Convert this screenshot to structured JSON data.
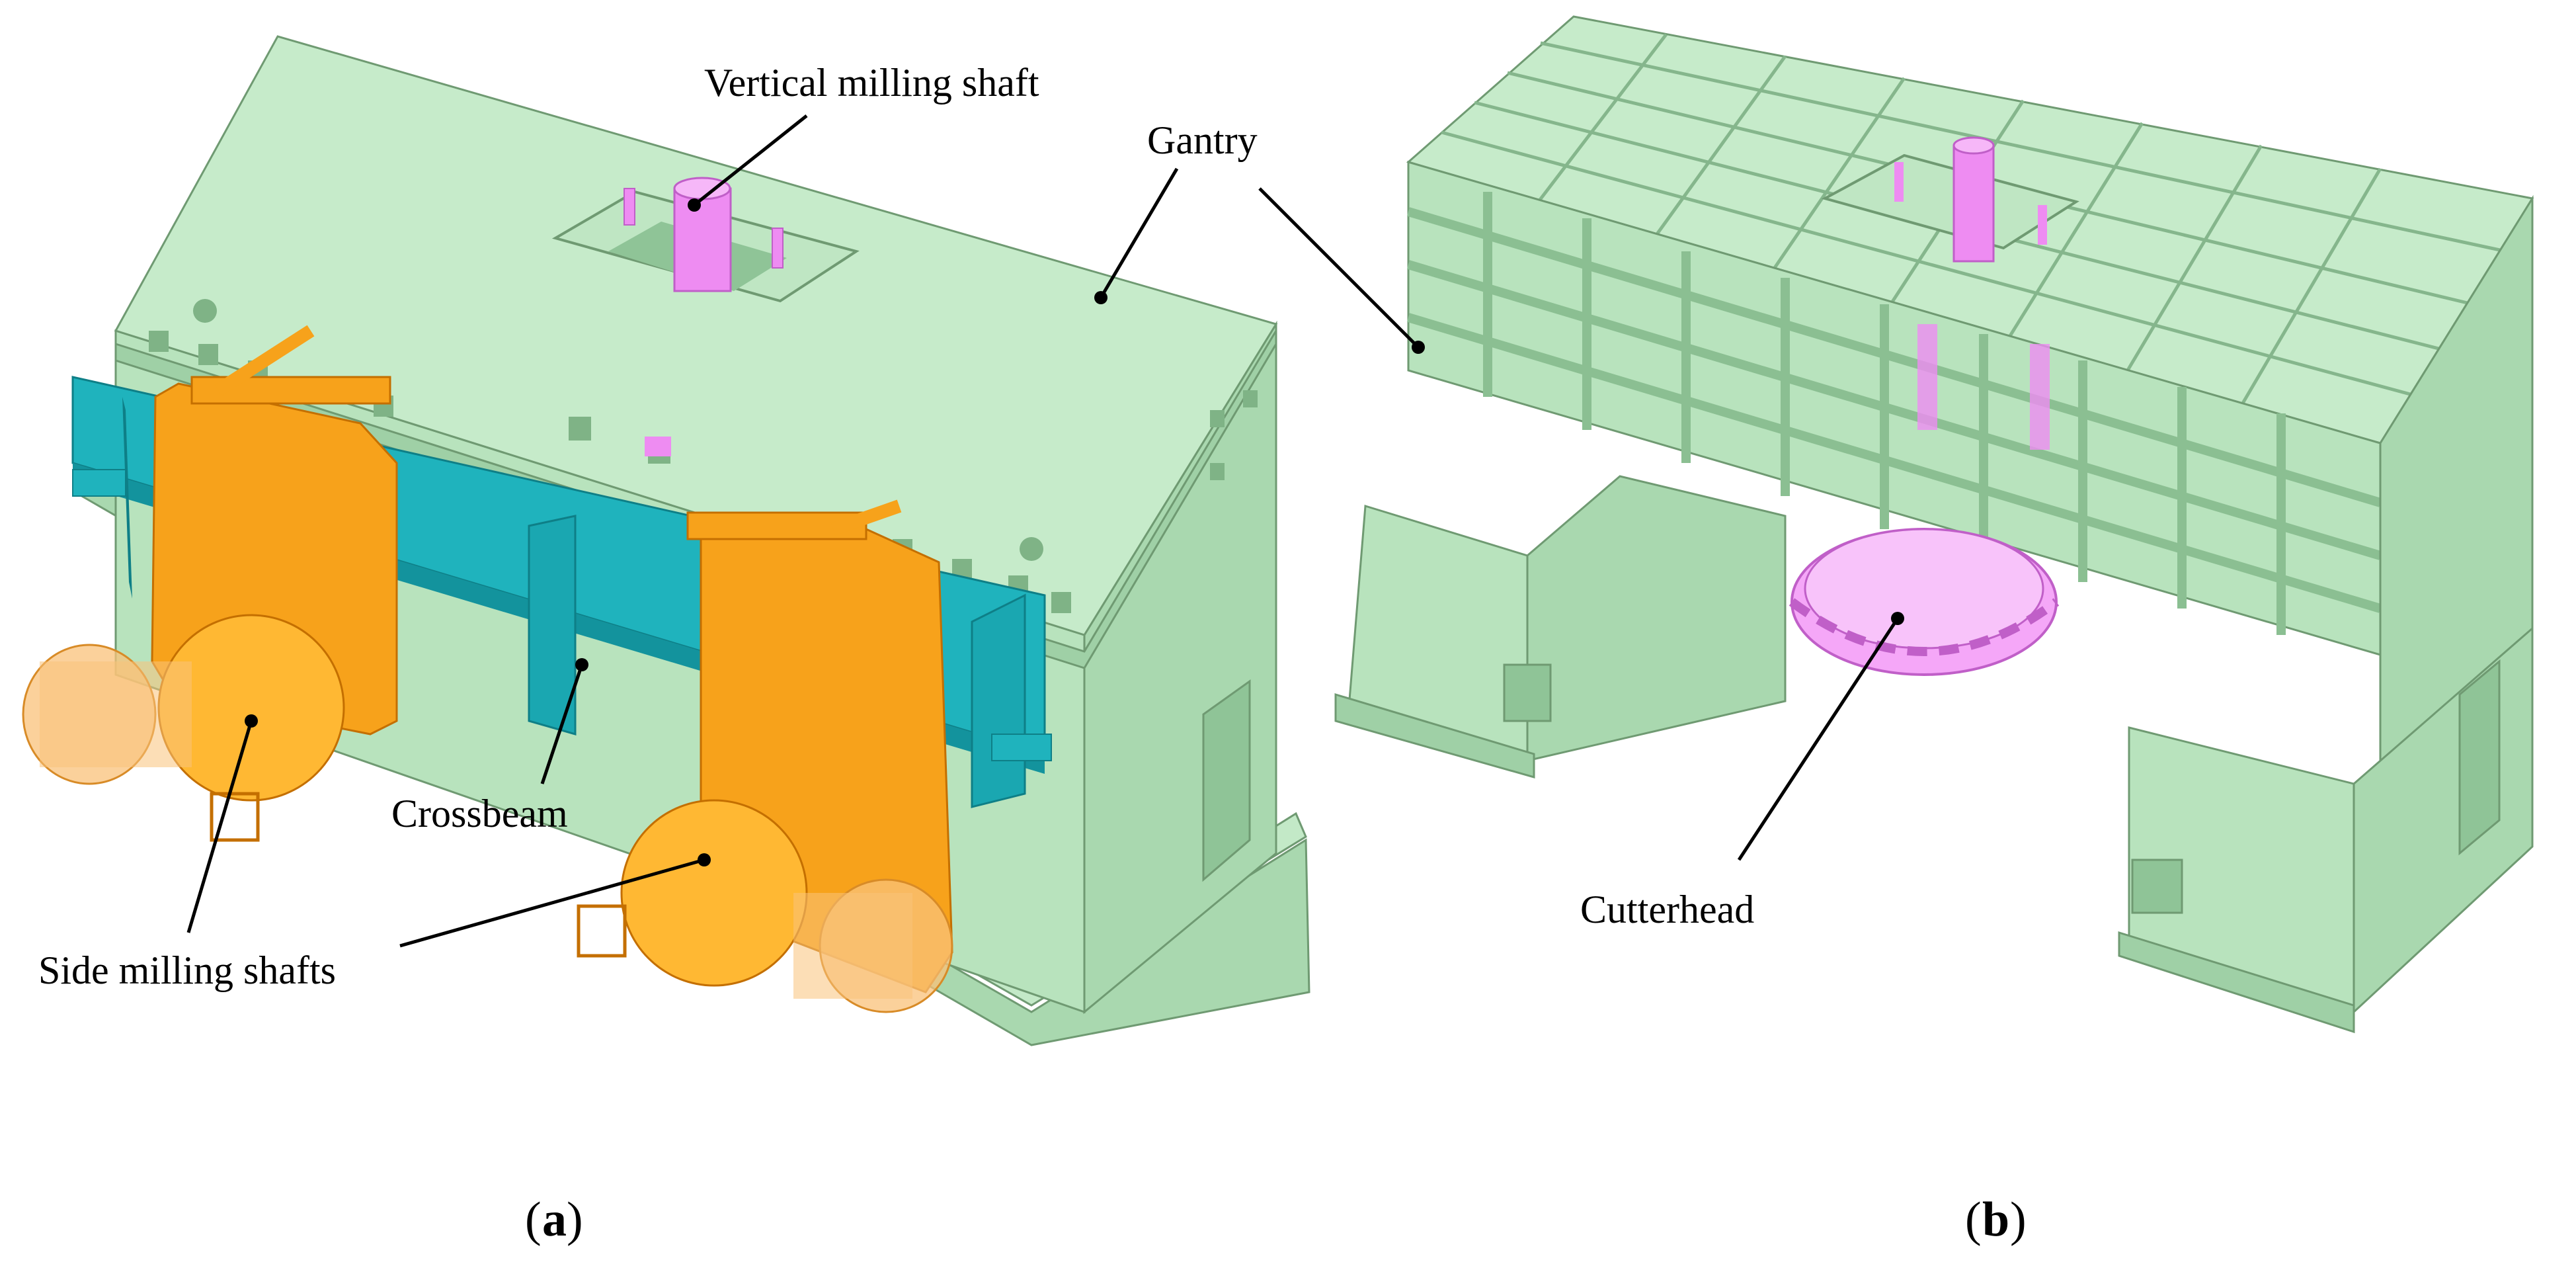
{
  "panels": [
    {
      "id": "a",
      "caption": "a",
      "labels": {
        "vertical_shaft": "Vertical milling shaft",
        "gantry": "Gantry",
        "crossbeam": "Crossbeam",
        "side_shafts": "Side milling shafts"
      }
    },
    {
      "id": "b",
      "caption": "b",
      "labels": {
        "cutterhead": "Cutterhead"
      }
    }
  ],
  "colors": {
    "gantry": "#b8e3bd",
    "gantry_dark": "#9fd0a6",
    "gantry_shade": "#a9d8af",
    "crossbeam": "#1fb3bd",
    "crossbeam_dark": "#13939d",
    "side_head": "#f7a21b",
    "side_head_dark": "#e8870a",
    "shaft": "#ee8cf2",
    "shaft_dark": "#d86ee0"
  }
}
